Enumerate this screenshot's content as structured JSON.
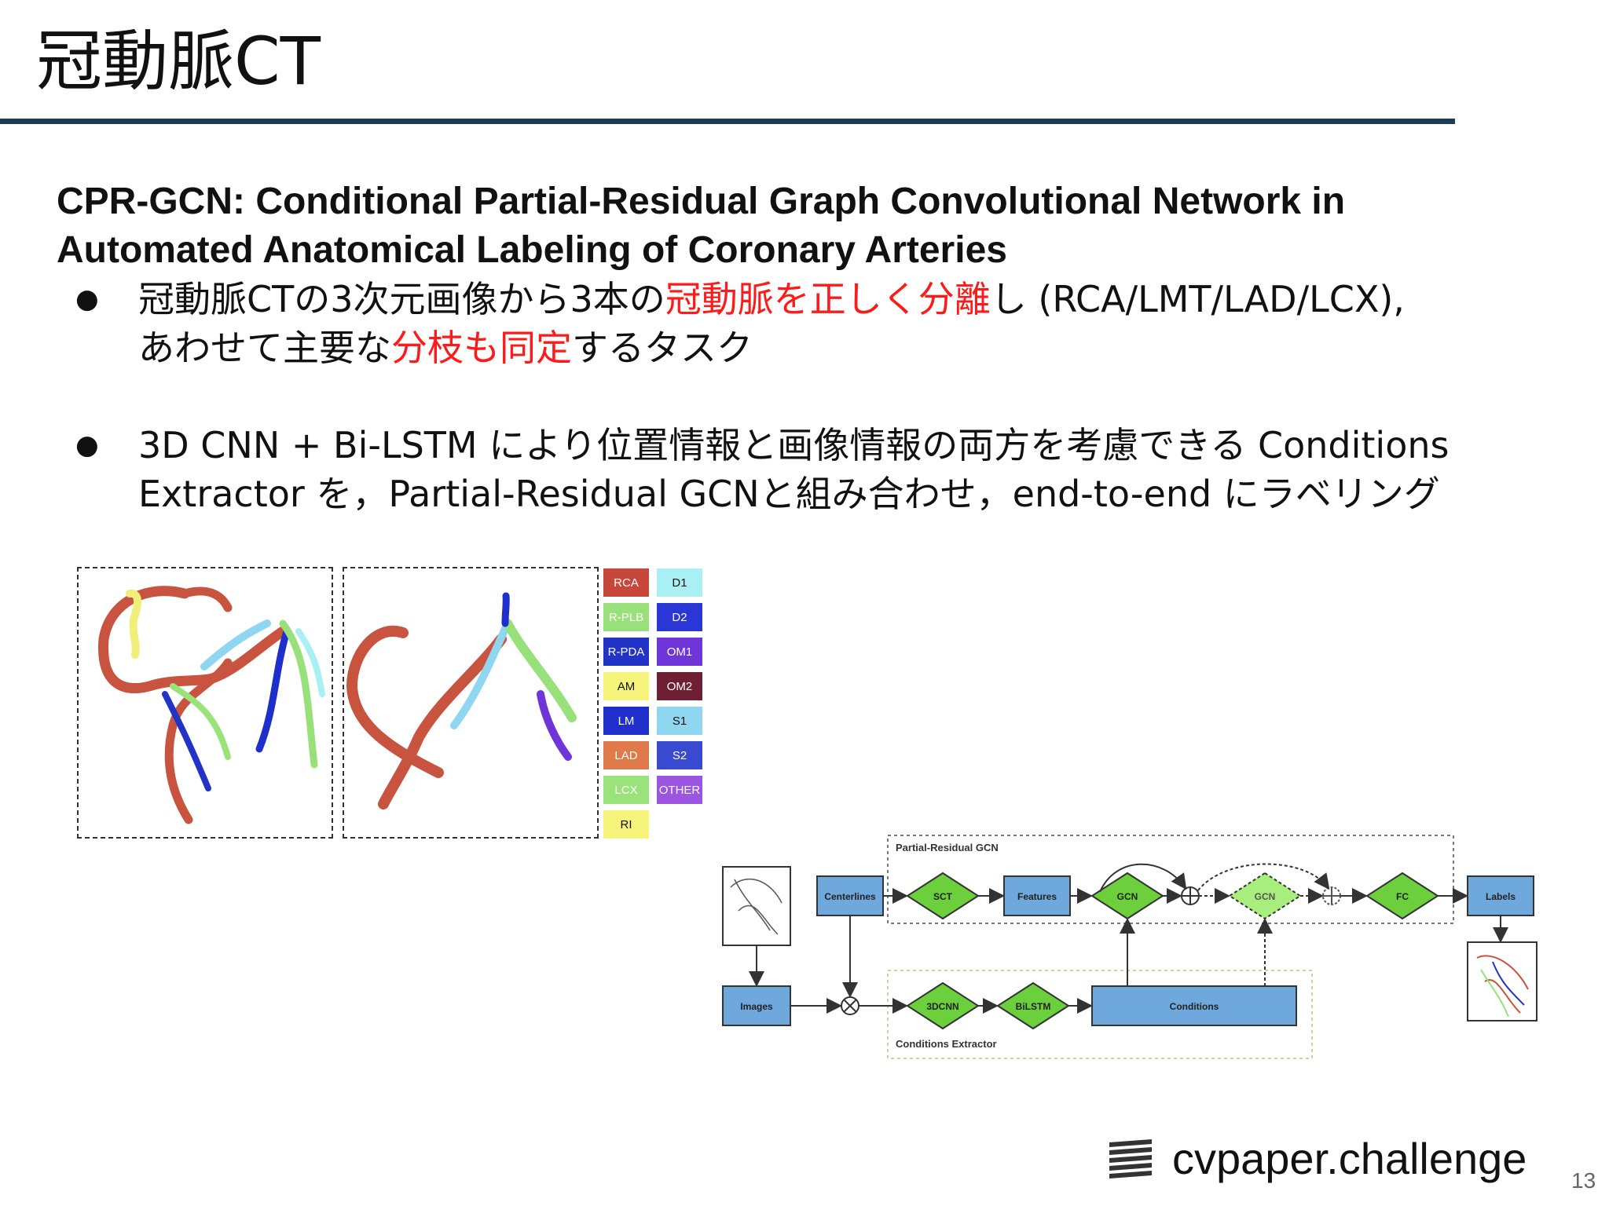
{
  "slide": {
    "title": "冠動脈CT",
    "page_number": "13"
  },
  "paper": {
    "title_line1": "CPR-GCN: Conditional Partial-Residual Graph Convolutional Network in",
    "title_line2": "Automated Anatomical Labeling of Coronary Arteries"
  },
  "bullets": [
    {
      "symbol": "●",
      "seg1": "冠動脈CTの3次元画像から3本の",
      "seg2_red": "冠動脈を正しく分離",
      "seg3": "し (RCA/LMT/LAD/LCX),",
      "seg4": "あわせて主要な",
      "seg5_red": "分枝も同定",
      "seg6": "するタスク"
    },
    {
      "symbol": "●",
      "line1": "3D CNN + Bi-LSTM により位置情報と画像情報の両方を考慮できる Conditions",
      "line2": "Extractor を，Partial-Residual GCNと組み合わせ，end-to-end にラベリング"
    }
  ],
  "legend": [
    {
      "label": "RCA",
      "color": "#c8473b",
      "text_color": "#ffffff"
    },
    {
      "label": "D1",
      "color": "#a9f0f4",
      "text_color": "#111111"
    },
    {
      "label": "R-PLB",
      "color": "#98e07a",
      "text_color": "#ffffff"
    },
    {
      "label": "D2",
      "color": "#2a36d6",
      "text_color": "#ffffff"
    },
    {
      "label": "R-PDA",
      "color": "#2233c8",
      "text_color": "#ffffff"
    },
    {
      "label": "OM1",
      "color": "#6e35d8",
      "text_color": "#ffffff"
    },
    {
      "label": "AM",
      "color": "#f6f47a",
      "text_color": "#111111"
    },
    {
      "label": "OM2",
      "color": "#6e1f33",
      "text_color": "#ffffff"
    },
    {
      "label": "LM",
      "color": "#1f2fcc",
      "text_color": "#ffffff"
    },
    {
      "label": "S1",
      "color": "#8fd7f0",
      "text_color": "#111111"
    },
    {
      "label": "LAD",
      "color": "#e07a4a",
      "text_color": "#ffffff"
    },
    {
      "label": "S2",
      "color": "#3a4ad0",
      "text_color": "#ffffff"
    },
    {
      "label": "LCX",
      "color": "#9ae37a",
      "text_color": "#ffffff"
    },
    {
      "label": "OTHER",
      "color": "#9b55e0",
      "text_color": "#ffffff"
    },
    {
      "label": "RI",
      "color": "#f6f47a",
      "text_color": "#111111"
    }
  ],
  "diagram": {
    "partial_residual_label": "Partial-Residual GCN",
    "conditions_extractor_label": "Conditions Extractor",
    "centerlines": "Centerlines",
    "sct": "SCT",
    "features": "Features",
    "gcn1": "GCN",
    "gcn2": "GCN",
    "fc": "FC",
    "labels": "Labels",
    "images": "Images",
    "cnn3d": "3DCNN",
    "bilstm": "BiLSTM",
    "conditions": "Conditions"
  },
  "brand": {
    "name": "cvpaper.challenge"
  }
}
